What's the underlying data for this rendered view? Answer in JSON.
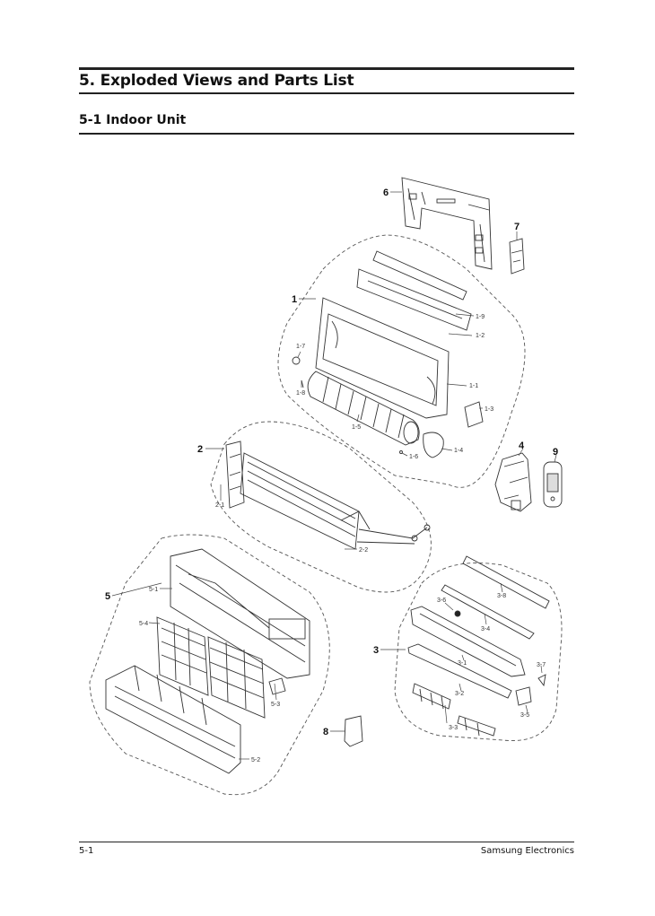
{
  "header": {
    "title": "5. Exploded Views and Parts List",
    "subtitle": "5-1 Indoor Unit"
  },
  "footer": {
    "page_number": "5-1",
    "company": "Samsung Electronics"
  },
  "diagram": {
    "main_labels": [
      "1",
      "2",
      "3",
      "4",
      "5",
      "6",
      "7",
      "8",
      "9"
    ],
    "sub_labels": [
      "1-1",
      "1-2",
      "1-3",
      "1-4",
      "1-5",
      "1-6",
      "1-7",
      "1-8",
      "1-9",
      "2-1",
      "2-2",
      "3-1",
      "3-2",
      "3-3",
      "3-4",
      "3-5",
      "3-6",
      "3-7",
      "3-8",
      "5-1",
      "5-2",
      "5-3",
      "5-4"
    ]
  }
}
